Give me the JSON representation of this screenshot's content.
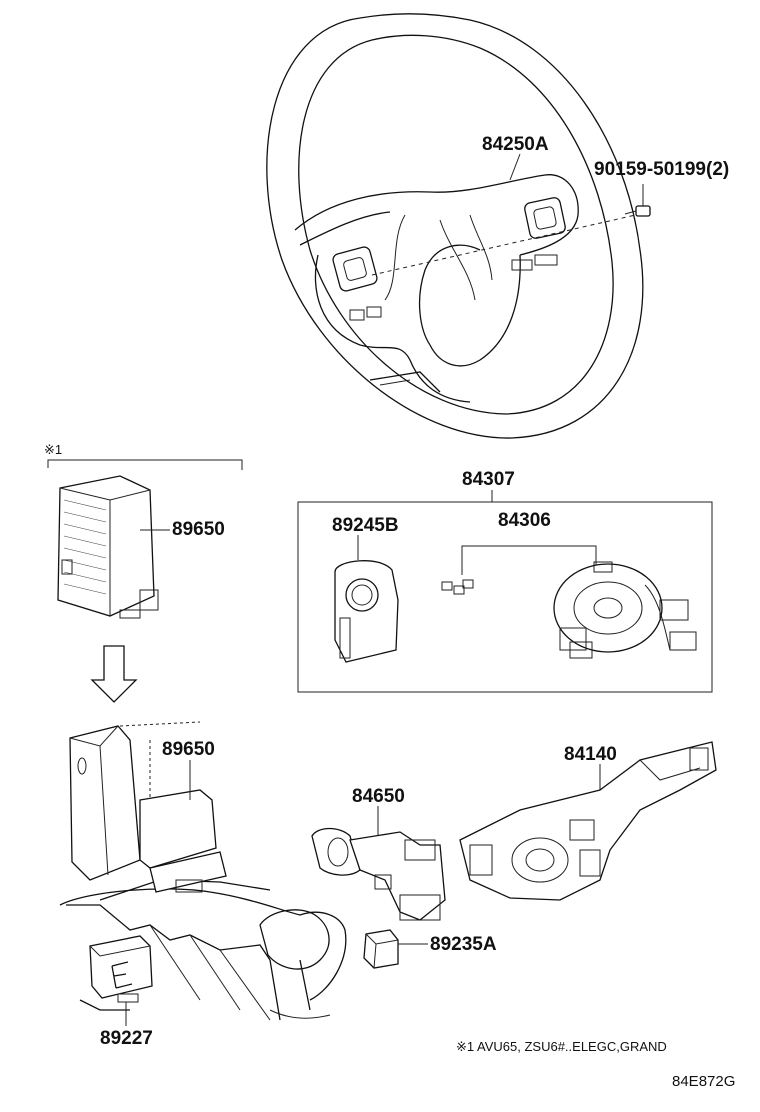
{
  "diagram": {
    "drawing_code": "84E872G",
    "footnote": "※1 AVU65, ZSU6#..ELEGC,GRAND",
    "note_marker": "※1",
    "parts": {
      "steering_wheel": "84250A",
      "screw": "90159-50199(2)",
      "ecu_top": "89650",
      "ecu_bottom": "89650",
      "clock_spring_assy": "84307",
      "sensor": "89245B",
      "spiral_cable": "84306",
      "wiper_switch": "84140",
      "light_switch": "84650",
      "switch_small": "89235A",
      "module": "89227"
    }
  }
}
